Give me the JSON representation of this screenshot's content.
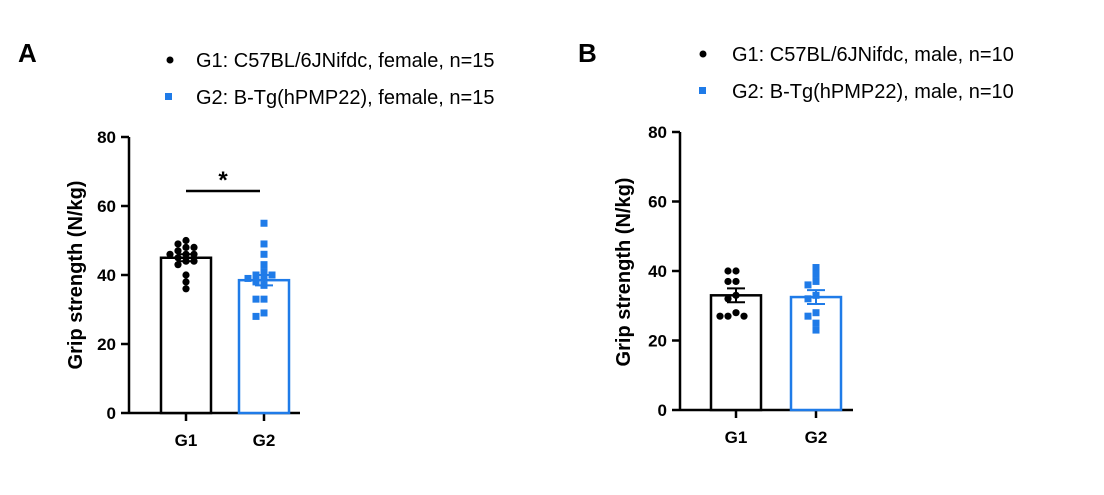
{
  "colors": {
    "g1": "#000000",
    "g2": "#1f7be8"
  },
  "chart_data": [
    {
      "type": "bar",
      "panel": "A",
      "ylabel": "Grip strength (N/kg)",
      "ylim": [
        0,
        80
      ],
      "yticks": [
        0,
        20,
        40,
        60,
        80
      ],
      "categories": [
        "G1",
        "G2"
      ],
      "legend": [
        {
          "label": "G1: C57BL/6JNifdc, female, n=15",
          "marker": "circle"
        },
        {
          "label": "G2: B-Tg(hPMP22), female, n=15",
          "marker": "square"
        }
      ],
      "significance": "*",
      "series": [
        {
          "name": "G1: C57BL/6JNifdc, female, n=15",
          "mean": 45,
          "sem": 1,
          "points": [
            50,
            49,
            48,
            48,
            47,
            46,
            46,
            46,
            45,
            44,
            44,
            43,
            40,
            38,
            36
          ]
        },
        {
          "name": "G2: B-Tg(hPMP22), female, n=15",
          "mean": 38.5,
          "sem": 1.5,
          "points": [
            55,
            49,
            46,
            43,
            41,
            40,
            40,
            39,
            39,
            38,
            37,
            33,
            33,
            29,
            28
          ]
        }
      ]
    },
    {
      "type": "bar",
      "panel": "B",
      "ylabel": "Grip strength (N/kg)",
      "ylim": [
        0,
        80
      ],
      "yticks": [
        0,
        20,
        40,
        60,
        80
      ],
      "categories": [
        "G1",
        "G2"
      ],
      "legend": [
        {
          "label": "G1: C57BL/6JNifdc, male, n=10",
          "marker": "circle"
        },
        {
          "label": "G2: B-Tg(hPMP22), male, n=10",
          "marker": "square"
        }
      ],
      "significance": "",
      "series": [
        {
          "name": "G1: C57BL/6JNifdc, male, n=10",
          "mean": 33,
          "sem": 2,
          "points": [
            40,
            40,
            37,
            37,
            33,
            32,
            28,
            27,
            27,
            27
          ]
        },
        {
          "name": "G2: B-Tg(hPMP22), male, n=10",
          "mean": 32.5,
          "sem": 2,
          "points": [
            41,
            39,
            37,
            36,
            33,
            32,
            28,
            27,
            25,
            23
          ]
        }
      ]
    }
  ]
}
